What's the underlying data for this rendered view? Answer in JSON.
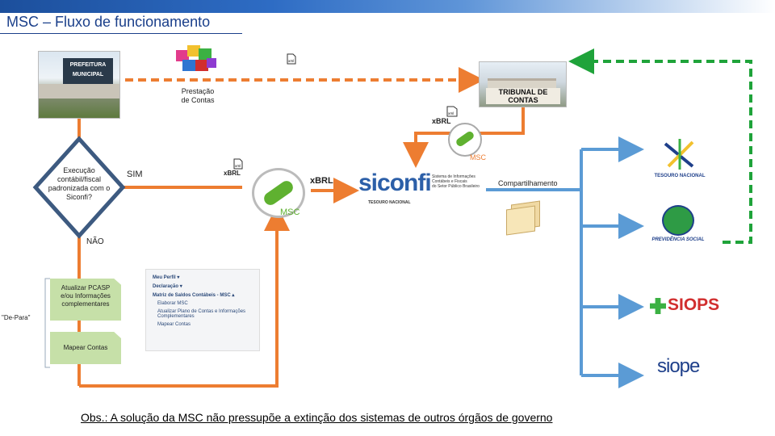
{
  "header": {
    "title": "MSC – Fluxo de funcionamento"
  },
  "flow": {
    "prestacao": [
      "Prestação",
      "de Contas"
    ],
    "xbrl_small": "xBRL",
    "xbrl_large": "xBRL",
    "msc_label": "MSC",
    "msc_label_green": "MSC",
    "decision": [
      "Execução",
      "contábil/fiscal",
      "padronizada com o",
      "Siconfi?"
    ],
    "sim": "SIM",
    "nao": "NÃO",
    "compartilhamento": "Compartilhamento",
    "de_para": "\"De-Para\"",
    "atualizar": [
      "Atualizar PCASP",
      "e/ou Informações",
      "complementares"
    ],
    "mapear": "Mapear Contas"
  },
  "prefeitura": {
    "sign": [
      "PREFEITURA",
      "MUNICIPAL"
    ]
  },
  "tribunal": {
    "sign": "TRIBUNAL DE CONTAS"
  },
  "siconfi": {
    "name": "siconfi",
    "desc": [
      "Sistema de Informações",
      "Contábeis e Fiscais",
      "do Setor Público Brasileiro"
    ],
    "sub": "TESOURO NACIONAL"
  },
  "menu": {
    "items": [
      "Meu Perfil ▾",
      "Declaração ▾",
      "Matriz de Saldos Contábeis - MSC ▴",
      "Elaborar MSC",
      "Atualizar Plano de Contas e Informações Complementares",
      "Mapear Contas"
    ]
  },
  "logos": {
    "tesouro": "TESOURO NACIONAL",
    "previdencia": "PREVIDÊNCIA SOCIAL",
    "siops": "SIOPS",
    "siope": "siope"
  },
  "footer": {
    "obs": "Obs.: A solução da MSC não pressupõe a extinção dos sistemas de outros órgãos de governo"
  },
  "colors": {
    "orange": "#ed7d31",
    "blue": "#5b9bd5",
    "green": "#1fa33a",
    "diamond": "#3d5a80",
    "msc_green": "#5fb130"
  }
}
